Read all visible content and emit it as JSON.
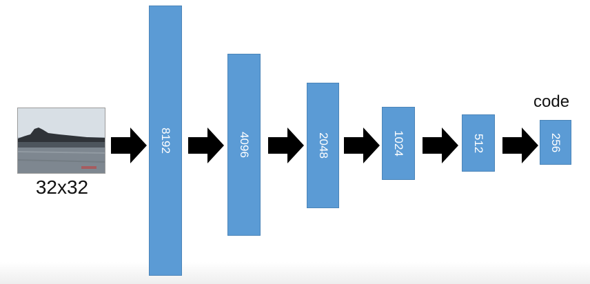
{
  "input": {
    "label": "32x32"
  },
  "layers": [
    {
      "label": "8192"
    },
    {
      "label": "4096"
    },
    {
      "label": "2048"
    },
    {
      "label": "1024"
    },
    {
      "label": "512"
    },
    {
      "label": "256"
    }
  ],
  "code_label": "code",
  "colors": {
    "layer_fill": "#5b9bd5",
    "layer_border": "#4a84b8",
    "arrow": "#000000",
    "text": "#111111",
    "layer_text": "#ffffff"
  },
  "icons": {
    "arrow": "right-arrow-icon",
    "input_image": "lake-photo-thumbnail"
  }
}
